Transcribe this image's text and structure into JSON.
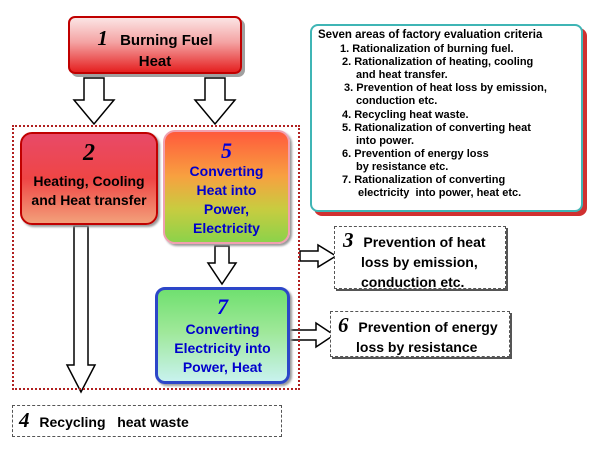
{
  "box1": {
    "number": "1",
    "title": "Burning Fuel",
    "subtitle": "Heat"
  },
  "box2": {
    "number": "2",
    "lines": [
      "Heating, Cooling",
      "and Heat transfer"
    ]
  },
  "box5": {
    "number": "5",
    "lines": [
      "Converting",
      "Heat into",
      "Power,",
      "Electricity"
    ]
  },
  "box7": {
    "number": "7",
    "lines": [
      "Converting",
      "Electricity into",
      "Power, Heat"
    ]
  },
  "box3": {
    "number": "3",
    "lines": [
      "Prevention of heat",
      "loss by emission,",
      "conduction etc."
    ]
  },
  "box6": {
    "number": "6",
    "lines": [
      "Prevention of energy",
      "loss by resistance"
    ]
  },
  "box4": {
    "number": "4",
    "text": "Recycling   heat waste"
  },
  "criteria": {
    "title": "Seven areas of factory evaluation criteria",
    "items": [
      {
        "text": "1. Rationalization of burning fuel.",
        "cont": ""
      },
      {
        "text": "2. Rationalization of heating, cooling",
        "cont": "and heat transfer."
      },
      {
        "text": "3. Prevention of heat loss by emission,",
        "cont": "conduction etc."
      },
      {
        "text": "4. Recycling heat waste.",
        "cont": ""
      },
      {
        "text": "5. Rationalization of converting heat",
        "cont": "into power."
      },
      {
        "text": "6. Prevention of energy loss",
        "cont": "by resistance etc."
      },
      {
        "text": "7. Rationalization of converting",
        "cont": "electricity  into power, heat etc."
      }
    ]
  },
  "colors": {
    "box1_border": "#c00000",
    "region_border": "#b02020",
    "box5_text": "#0000cc",
    "box7_border": "#2c46c8",
    "criteria_border": "#3fb5b5",
    "criteria_shadow": "#d03030"
  }
}
